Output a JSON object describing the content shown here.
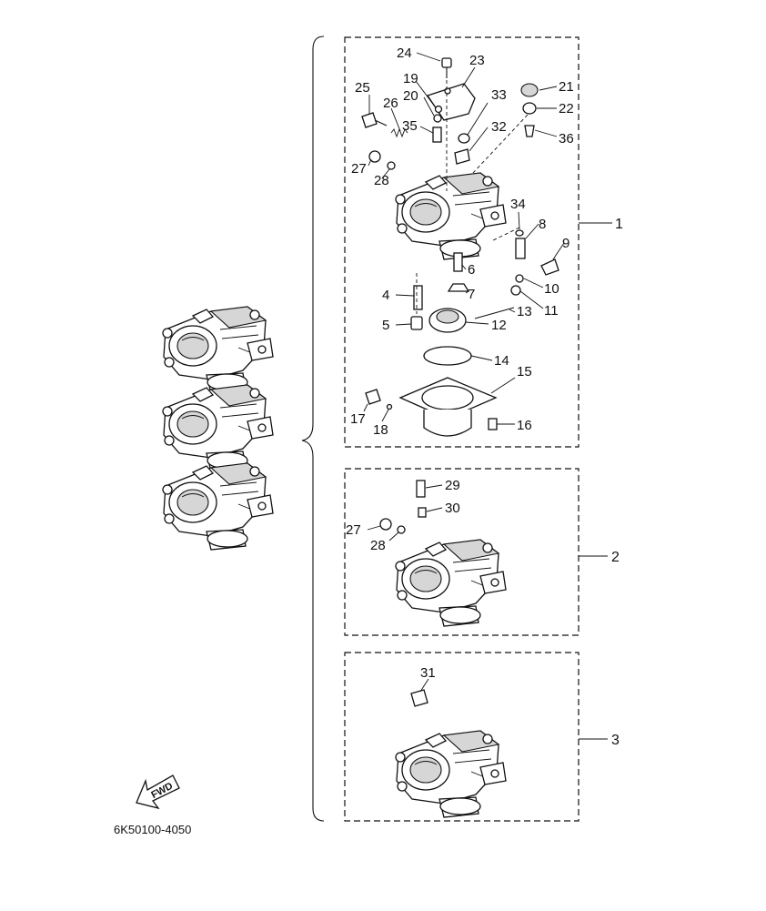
{
  "diagram": {
    "part_code": "6K50100-4050",
    "fwd_label": "FWD",
    "assembly_labels": [
      "1",
      "2",
      "3"
    ],
    "callouts": {
      "c4": "4",
      "c5": "5",
      "c6": "6",
      "c7": "7",
      "c8": "8",
      "c9": "9",
      "c10": "10",
      "c11": "11",
      "c12": "12",
      "c13": "13",
      "c14": "14",
      "c15": "15",
      "c16": "16",
      "c17": "17",
      "c18": "18",
      "c19": "19",
      "c20": "20",
      "c21": "21",
      "c22": "22",
      "c23": "23",
      "c24": "24",
      "c25": "25",
      "c26": "26",
      "c27": "27",
      "c28": "28",
      "c32": "32",
      "c33": "33",
      "c34": "34",
      "c35": "35",
      "c36": "36",
      "b27": "27",
      "b28": "28",
      "b29": "29",
      "b30": "30",
      "b31": "31"
    }
  }
}
